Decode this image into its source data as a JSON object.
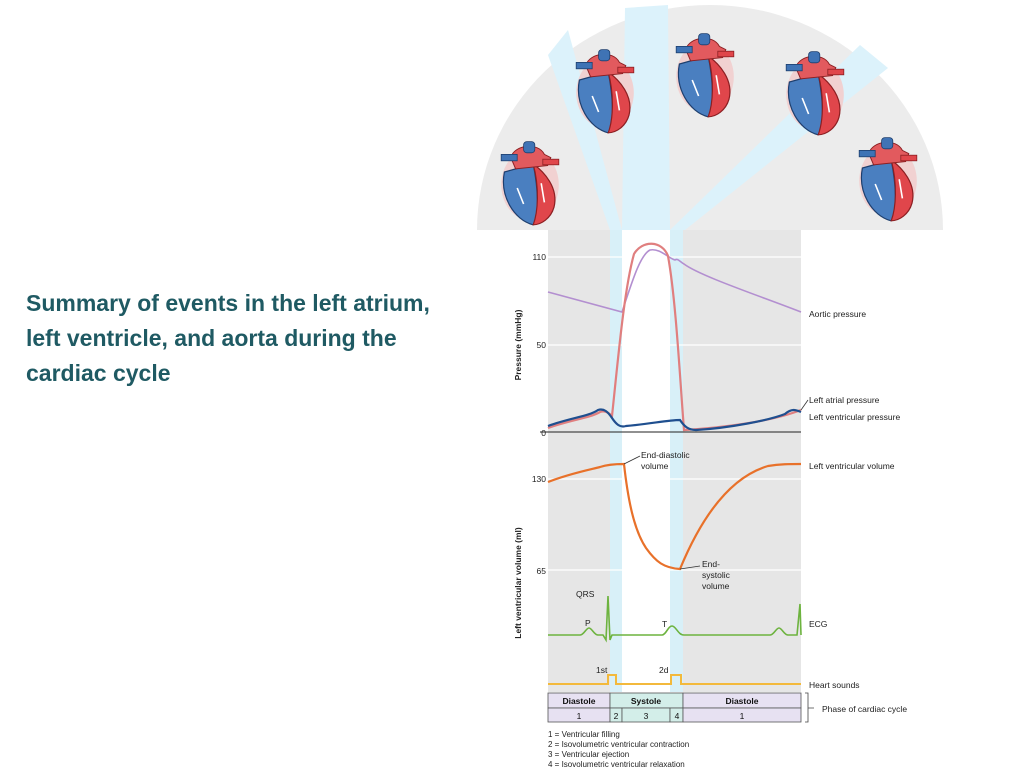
{
  "slide": {
    "title": "Summary of events in the left atrium, left ventricle, and aorta during the cardiac cycle"
  },
  "colors": {
    "title": "#1f5a63",
    "aortic_pressure": "#b38fd0",
    "ventricular_pressure": "#e07f7f",
    "atrial_pressure": "#1f4f8f",
    "ventricular_volume": "#e8712a",
    "ecg": "#6db33f",
    "heart_sounds": "#f3b93c",
    "systole_band": "#d8f0f8",
    "diastole_band": "#e6e6e6",
    "phase_diastole_cell": "#e7e1f2",
    "phase_systole_cell": "#d3eee9"
  },
  "diagram": {
    "pressure_axis": {
      "title": "Pressure (mmHg)",
      "ticks": [
        "110",
        "50",
        "0"
      ]
    },
    "volume_axis": {
      "title": "Left ventricular volume (ml)",
      "ticks": [
        "130",
        "65"
      ]
    },
    "labels": {
      "aortic_pressure": "Aortic pressure",
      "left_atrial_pressure": "Left atrial pressure",
      "left_ventricular_pressure": "Left ventricular pressure",
      "left_ventricular_volume": "Left ventricular volume",
      "end_diastolic_1": "End-diastolic",
      "end_diastolic_2": "volume",
      "end_systolic_1": "End-",
      "end_systolic_2": "systolic",
      "end_systolic_3": "volume",
      "ecg": "ECG",
      "qrs": "QRS",
      "p": "P",
      "t": "T",
      "heart_sounds": "Heart sounds",
      "first_sound": "1st",
      "second_sound": "2d",
      "phase_of_cycle": "Phase of cardiac cycle"
    },
    "phases": {
      "top": [
        "Diastole",
        "Systole",
        "Diastole"
      ],
      "bottom": [
        "1",
        "2",
        "3",
        "4",
        "1"
      ]
    },
    "legend": [
      "1 = Ventricular filling",
      "2 = Isovolumetric ventricular contraction",
      "3 = Ventricular ejection",
      "4 = Isovolumetric ventricular relaxation"
    ]
  }
}
